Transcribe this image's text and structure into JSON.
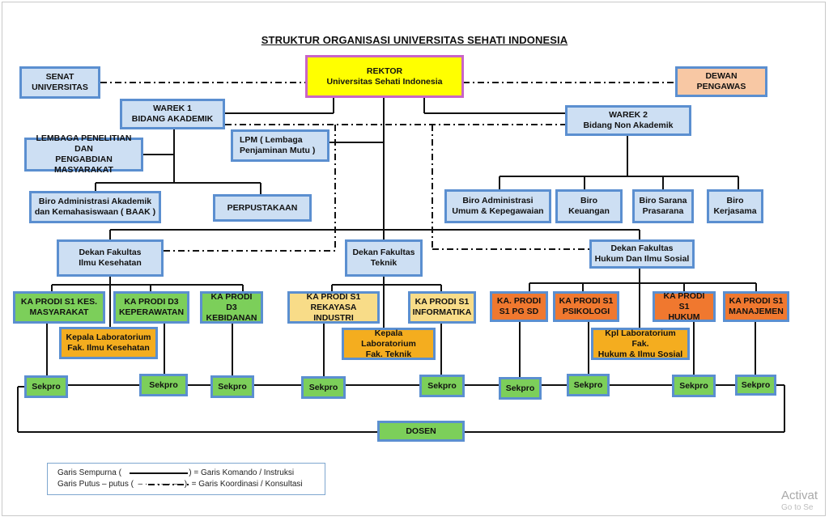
{
  "title": "STRUKTUR ORGANISASI UNIVERSITAS SEHATI INDONESIA",
  "nodes": {
    "rektor": [
      "REKTOR",
      "Universitas Sehati Indonesia"
    ],
    "senat": [
      "SENAT",
      "UNIVERSITAS"
    ],
    "dewan": [
      "DEWAN",
      "PENGAWAS"
    ],
    "warek1": [
      "WAREK 1",
      "BIDANG AKADEMIK"
    ],
    "warek2": [
      "WAREK 2",
      "Bidang Non Akademik"
    ],
    "lppm": [
      "LEMBAGA PENELITIAN DAN",
      "PENGABDIAN MASYARAKAT"
    ],
    "lpm": [
      "LPM ( Lembaga",
      "Penjaminan  Mutu )"
    ],
    "baak": [
      "Biro Administrasi Akademik",
      "dan Kemahasiswaan ( BAAK )"
    ],
    "perpus": [
      "PERPUSTAKAAN"
    ],
    "biro_umum": [
      "Biro Administrasi",
      "Umum & Kepegawaian"
    ],
    "biro_keu": [
      "Biro",
      "Keuangan"
    ],
    "biro_sarpras": [
      "Biro Sarana",
      "Prasarana"
    ],
    "biro_kerja": [
      "Biro",
      "Kerjasama"
    ],
    "dekan_fik": [
      "Dekan Fakultas",
      "Ilmu Kesehatan"
    ],
    "dekan_ft": [
      "Dekan Fakultas",
      "Teknik"
    ],
    "dekan_fh": [
      "Dekan Fakultas",
      "Hukum Dan Ilmu Sosial"
    ],
    "kp_kesmas": [
      "KA PRODI S1   KES.",
      "MASYARAKAT"
    ],
    "kp_kep": [
      "KA PRODI D3",
      "KEPERAWATAN"
    ],
    "kp_keb": [
      "KA PRODI D3",
      "KEBIDANAN"
    ],
    "kp_ri": [
      "KA PRODI S1",
      "REKAYASA INDUSTRI"
    ],
    "kp_inf": [
      "KA PRODI S1",
      "INFORMATIKA"
    ],
    "kp_pgsd": [
      "KA.  PRODI",
      "S1    PG SD"
    ],
    "kp_psi": [
      "KA PRODI S1",
      "PSIKOLOGI"
    ],
    "kp_hukum": [
      "KA PRODI S1",
      "HUKUM"
    ],
    "kp_man": [
      "KA PRODI S1",
      "MANAJEMEN"
    ],
    "lab_fik": [
      "Kepala Laboratorium",
      "Fak. Ilmu Kesehatan"
    ],
    "lab_ft": [
      "Kepala Laboratorium",
      "Fak.  Teknik"
    ],
    "lab_fh": [
      "Kpl Laboratorium Fak.",
      "Hukum & Ilmu Sosial"
    ],
    "sekpro": [
      "Sekpro"
    ],
    "dosen": [
      "DOSEN"
    ]
  },
  "legend": [
    "Garis Sempurna (                              ) = Garis Komando / Instruksi",
    "Garis Putus – putus (  – · – · – · –   )  = Garis Koordinasi / Konsultasi"
  ],
  "watermark": {
    "line1": "Activat",
    "line2": "Go to Se"
  },
  "colors": {
    "border": "#5b8fd0",
    "blue": "#cddff3",
    "green": "#7ccf5a",
    "yellow": "#f8dc88",
    "orange": "#f0782f",
    "gold": "#f4ad1f",
    "peach": "#f8c8a4",
    "rektor_fill": "#ffff00",
    "rektor_border": "#c964c7"
  }
}
